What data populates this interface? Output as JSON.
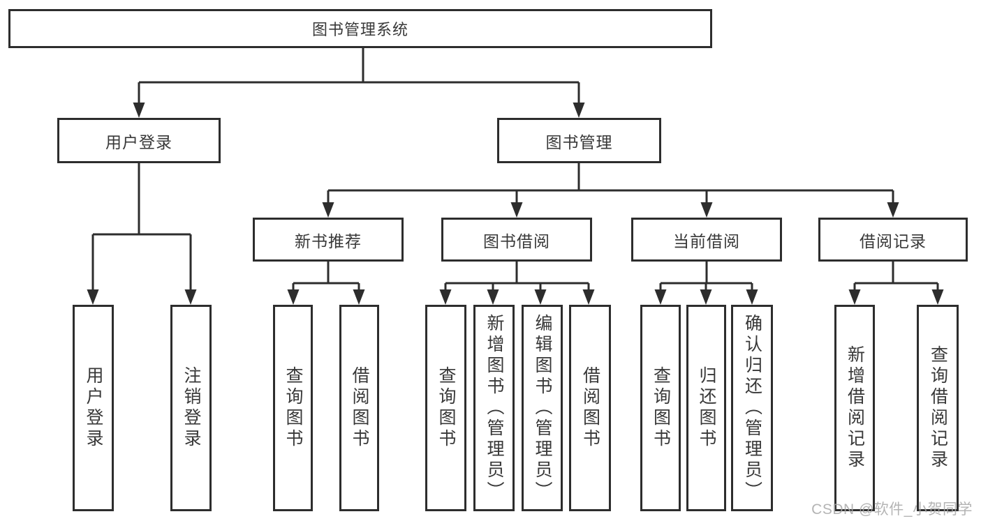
{
  "diagram": {
    "title_hint": "functional structure tree",
    "root": {
      "label": "图书管理系统"
    },
    "branches": [
      {
        "label": "用户登录",
        "children": [
          {
            "label": "用户登录"
          },
          {
            "label": "注销登录"
          }
        ]
      },
      {
        "label": "图书管理",
        "children": [
          {
            "label": "新书推荐",
            "children": [
              {
                "label": "查询图书"
              },
              {
                "label": "借阅图书"
              }
            ]
          },
          {
            "label": "图书借阅",
            "children": [
              {
                "label": "查询图书"
              },
              {
                "label": "新增图书（管理员）"
              },
              {
                "label": "编辑图书（管理员）"
              },
              {
                "label": "借阅图书"
              }
            ]
          },
          {
            "label": "当前借阅",
            "children": [
              {
                "label": "查询图书"
              },
              {
                "label": "归还图书"
              },
              {
                "label": "确认归还（管理员）"
              }
            ]
          },
          {
            "label": "借阅记录",
            "children": [
              {
                "label": "新增借阅记录"
              },
              {
                "label": "查询借阅记录"
              }
            ]
          }
        ]
      }
    ]
  },
  "watermark": {
    "text": "CSDN @软件_小贺同学"
  },
  "colors": {
    "line": "#2d2d2d",
    "text": "#383838",
    "background": "#ffffff",
    "watermark": "#a7a7a7"
  }
}
